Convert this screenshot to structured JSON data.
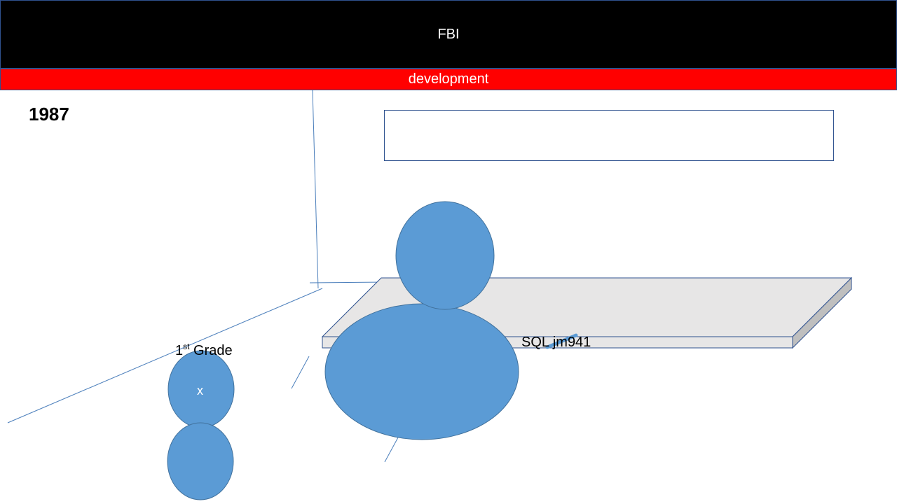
{
  "banner": {
    "title": "FBI"
  },
  "subbanner": {
    "label": "development"
  },
  "year": "1987",
  "grade_label": {
    "ordinal": "1",
    "suffix": "st",
    "text": " Grade"
  },
  "child_mark": "x",
  "desk_label": "SQL jm941",
  "colors": {
    "banner_bg": "#000000",
    "subbanner_bg": "#ff0000",
    "figure_fill": "#5b9bd5",
    "figure_stroke": "#41719c",
    "desk_top": "#e7e6e6",
    "desk_side": "#bfbfbf",
    "line": "#4a7ebb"
  }
}
